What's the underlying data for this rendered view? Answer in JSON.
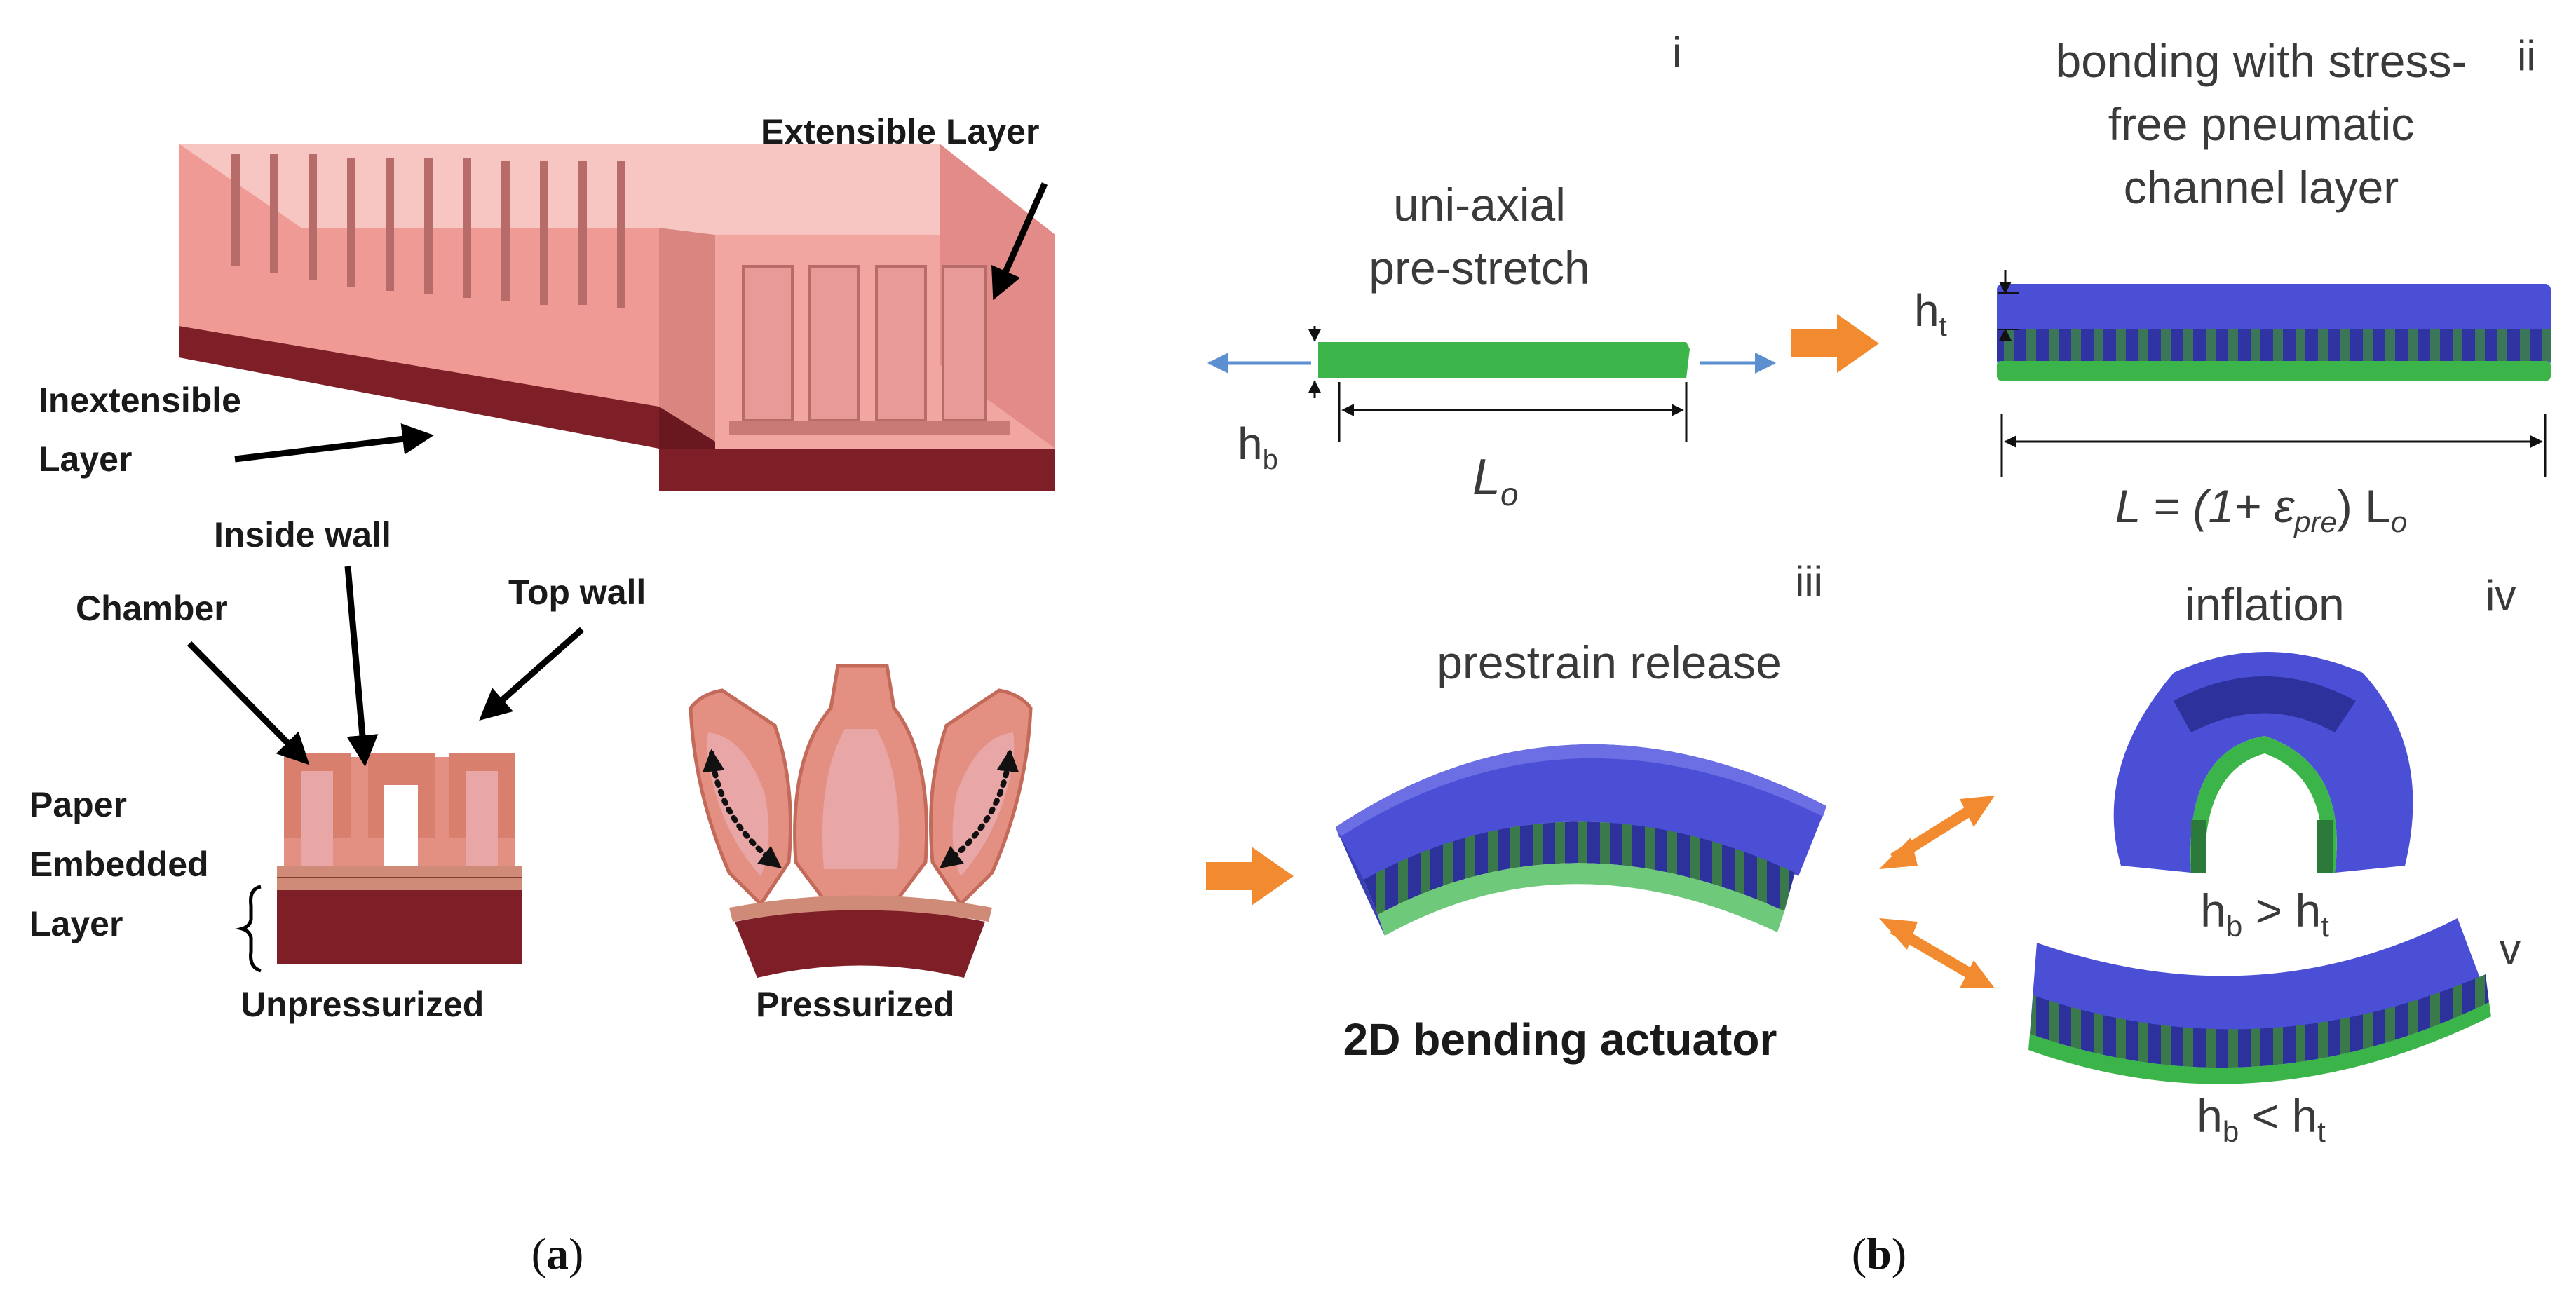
{
  "panel_a": {
    "caption_open": "(",
    "caption_letter": "a",
    "caption_close": ")",
    "labels": {
      "extensible_layer": "Extensible Layer",
      "inextensible_line1": "Inextensible",
      "inextensible_line2": "Layer",
      "inside_wall": "Inside wall",
      "chamber": "Chamber",
      "top_wall": "Top wall",
      "paper_line1": "Paper",
      "paper_line2": "Embedded",
      "paper_line3": "Layer",
      "unpressurized": "Unpressurized",
      "pressurized": "Pressurized"
    },
    "colors": {
      "body_top": "#f7c6c2",
      "body_front": "#f09a96",
      "body_side": "#e0807c",
      "base": "#7e1f27",
      "cross_section": "#e39082",
      "cross_dark": "#c46a5a",
      "inner": "#e8a7a6"
    }
  },
  "panel_b": {
    "caption_open": "(",
    "caption_letter": "b",
    "caption_close": ")",
    "roman": [
      "i",
      "ii",
      "iii",
      "iv",
      "v"
    ],
    "step_i_line1": "uni-axial",
    "step_i_line2": "pre-stretch",
    "step_ii_line1": "bonding with stress-",
    "step_ii_line2": "free pneumatic",
    "step_ii_line3": "channel layer",
    "step_iii": "prestrain release",
    "step_iv": "inflation",
    "actuator_label": "2D bending actuator",
    "hb": "h",
    "hb_sub": "b",
    "ht": "h",
    "ht_sub": "t",
    "lo": "L",
    "lo_sub": "o",
    "length_eq_prefix": "L = (1+ ",
    "length_eq_eps": "ε",
    "length_eq_eps_sub": "pre",
    "length_eq_suffix": ") L",
    "length_eq_suffix_sub": "o",
    "cond_gt": "h_b > h_t",
    "cond_gt_parts": [
      "h",
      "b",
      " > h",
      "t"
    ],
    "cond_lt_parts": [
      "h",
      "b",
      " < h",
      "t"
    ],
    "colors": {
      "green": "#3bb54a",
      "blue": "#4a4fd6",
      "dark_blue": "#2a2f9a",
      "orange": "#f28a30",
      "arrow_blue": "#5b8fd0"
    }
  }
}
